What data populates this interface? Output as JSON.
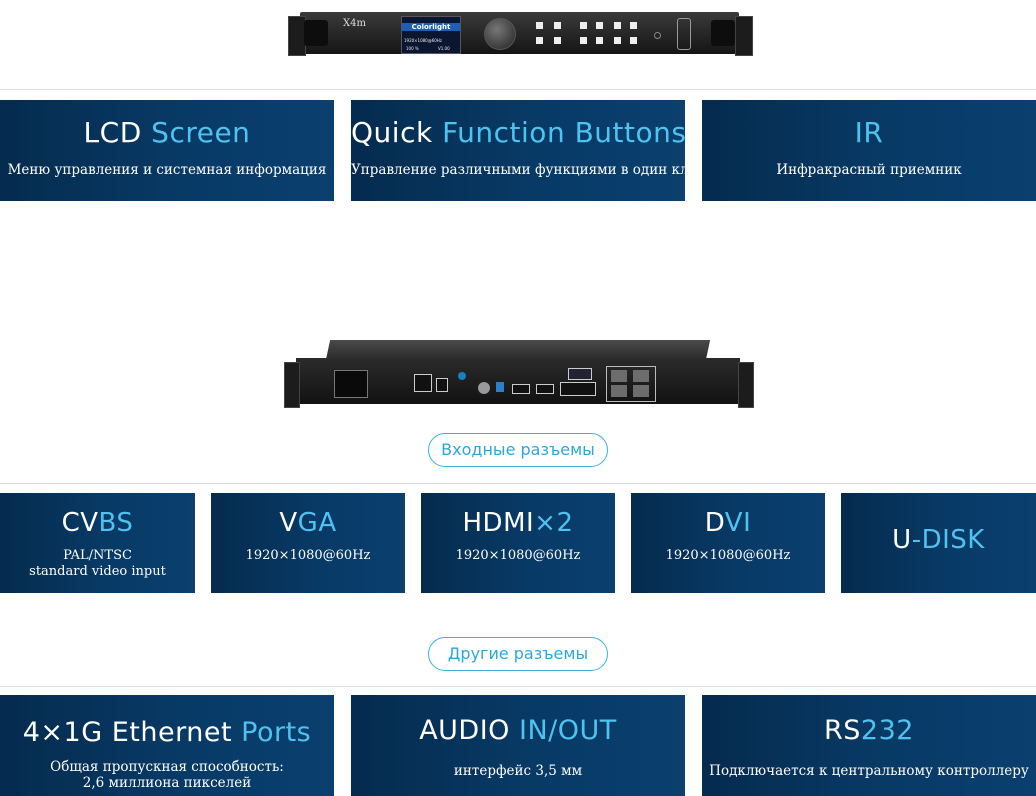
{
  "front_device": {
    "model": "X4m",
    "brand": "Colorlight",
    "lcd_resolution": "1920×1080@60Hz",
    "lcd_brightness": "100 %",
    "lcd_version": "V1.00"
  },
  "front_features": [
    {
      "title_a": "LCD",
      "title_b": " Screen",
      "subtitle": "Меню управления и системная информация"
    },
    {
      "title_a": "Quick",
      "title_b": " Function Buttons",
      "subtitle": "Управление различными функциями в один клик"
    },
    {
      "title_a": "",
      "title_b": "IR",
      "subtitle": "Инфракрасный приемник"
    }
  ],
  "input_label": "Входные разъемы",
  "inputs": [
    {
      "title_a": "CV",
      "title_b": "BS",
      "line1": "PAL/NTSC",
      "line2": "standard video input"
    },
    {
      "title_a": "V",
      "title_b": "GA",
      "line1": "1920×1080@60Hz",
      "line2": ""
    },
    {
      "title_a": "HDMI",
      "title_b": "×2",
      "line1": "1920×1080@60Hz",
      "line2": ""
    },
    {
      "title_a": "D",
      "title_b": "VI",
      "line1": "1920×1080@60Hz",
      "line2": ""
    },
    {
      "title_a": "U",
      "title_b": "-DISK",
      "line1": "",
      "line2": ""
    }
  ],
  "other_label": "Другие разъемы",
  "others": [
    {
      "title_a": "4×1G Ethernet",
      "title_b": " Ports",
      "line1": "Общая пропускная способность:",
      "line2": "2,6 миллиона пикселей"
    },
    {
      "title_a": "AUDIO",
      "title_b": " IN/OUT",
      "line1": "интерфейс 3,5 мм",
      "line2": ""
    },
    {
      "title_a": "RS",
      "title_b": "232",
      "line1": "Подключается к центральному контроллеру",
      "line2": ""
    }
  ],
  "colors": {
    "tile_bg": "#083a66",
    "accent": "#4fc3f0",
    "pill": "#2ea6dc"
  }
}
